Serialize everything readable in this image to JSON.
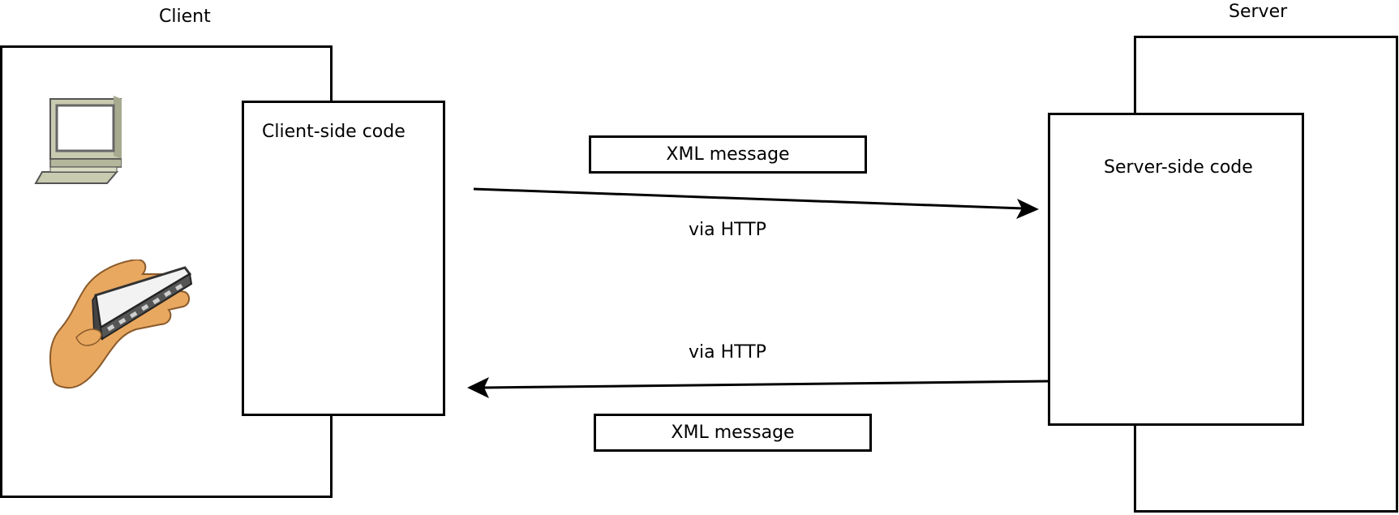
{
  "client": {
    "title": "Client",
    "code_label": "Client-side code",
    "devices": [
      "laptop-icon",
      "handheld-device-icon"
    ]
  },
  "server": {
    "title": "Server",
    "code_label": "Server-side code"
  },
  "request": {
    "message": "XML message",
    "transport": "via HTTP"
  },
  "response": {
    "message": "XML message",
    "transport": "via HTTP"
  },
  "colors": {
    "stroke": "#000000",
    "background": "#ffffff",
    "laptop_body": "#c9cbb0",
    "hand_skin": "#e8a860",
    "device_screen": "#f2f2f2",
    "device_body": "#555555"
  }
}
